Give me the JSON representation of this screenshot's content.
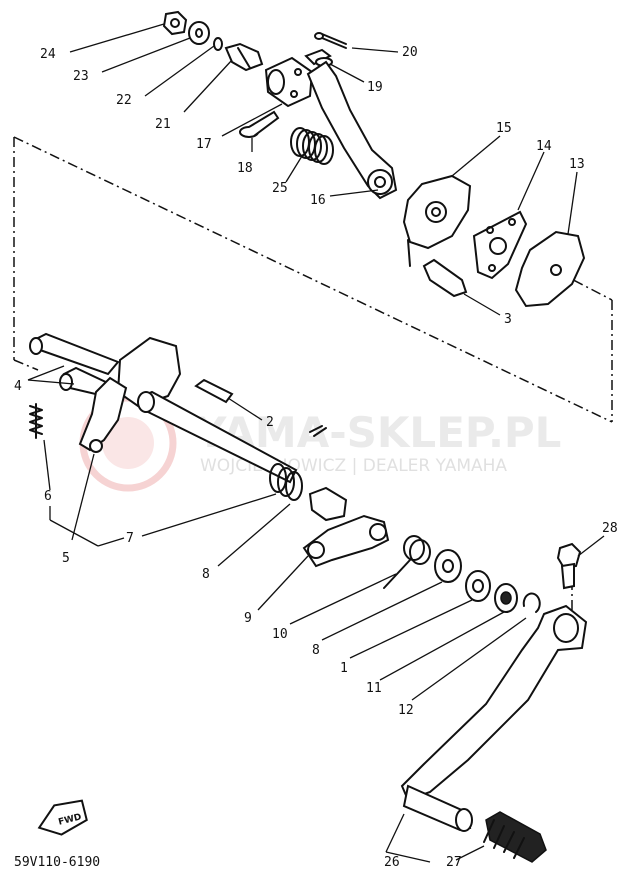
{
  "diagram": {
    "code": "59V110-6190",
    "fwd_label": "FWD",
    "watermark": {
      "title": "YAMA-SKLEP.PL",
      "subtitle": "WOJCIECHOWICZ | DEALER YAMAHA"
    },
    "labels": {
      "p24": "24",
      "p23": "23",
      "p22": "22",
      "p21": "21",
      "p20": "20",
      "p19": "19",
      "p17": "17",
      "p18": "18",
      "p25": "25",
      "p16": "16",
      "p15": "15",
      "p14": "14",
      "p13": "13",
      "p3": "3",
      "p4": "4",
      "p2": "2",
      "p6": "6",
      "p5": "5",
      "p7": "7",
      "p8a": "8",
      "p9": "9",
      "p10": "10",
      "p8b": "8",
      "p1": "1",
      "p11": "11",
      "p12": "12",
      "p28": "28",
      "p26": "26",
      "p27": "27"
    }
  }
}
